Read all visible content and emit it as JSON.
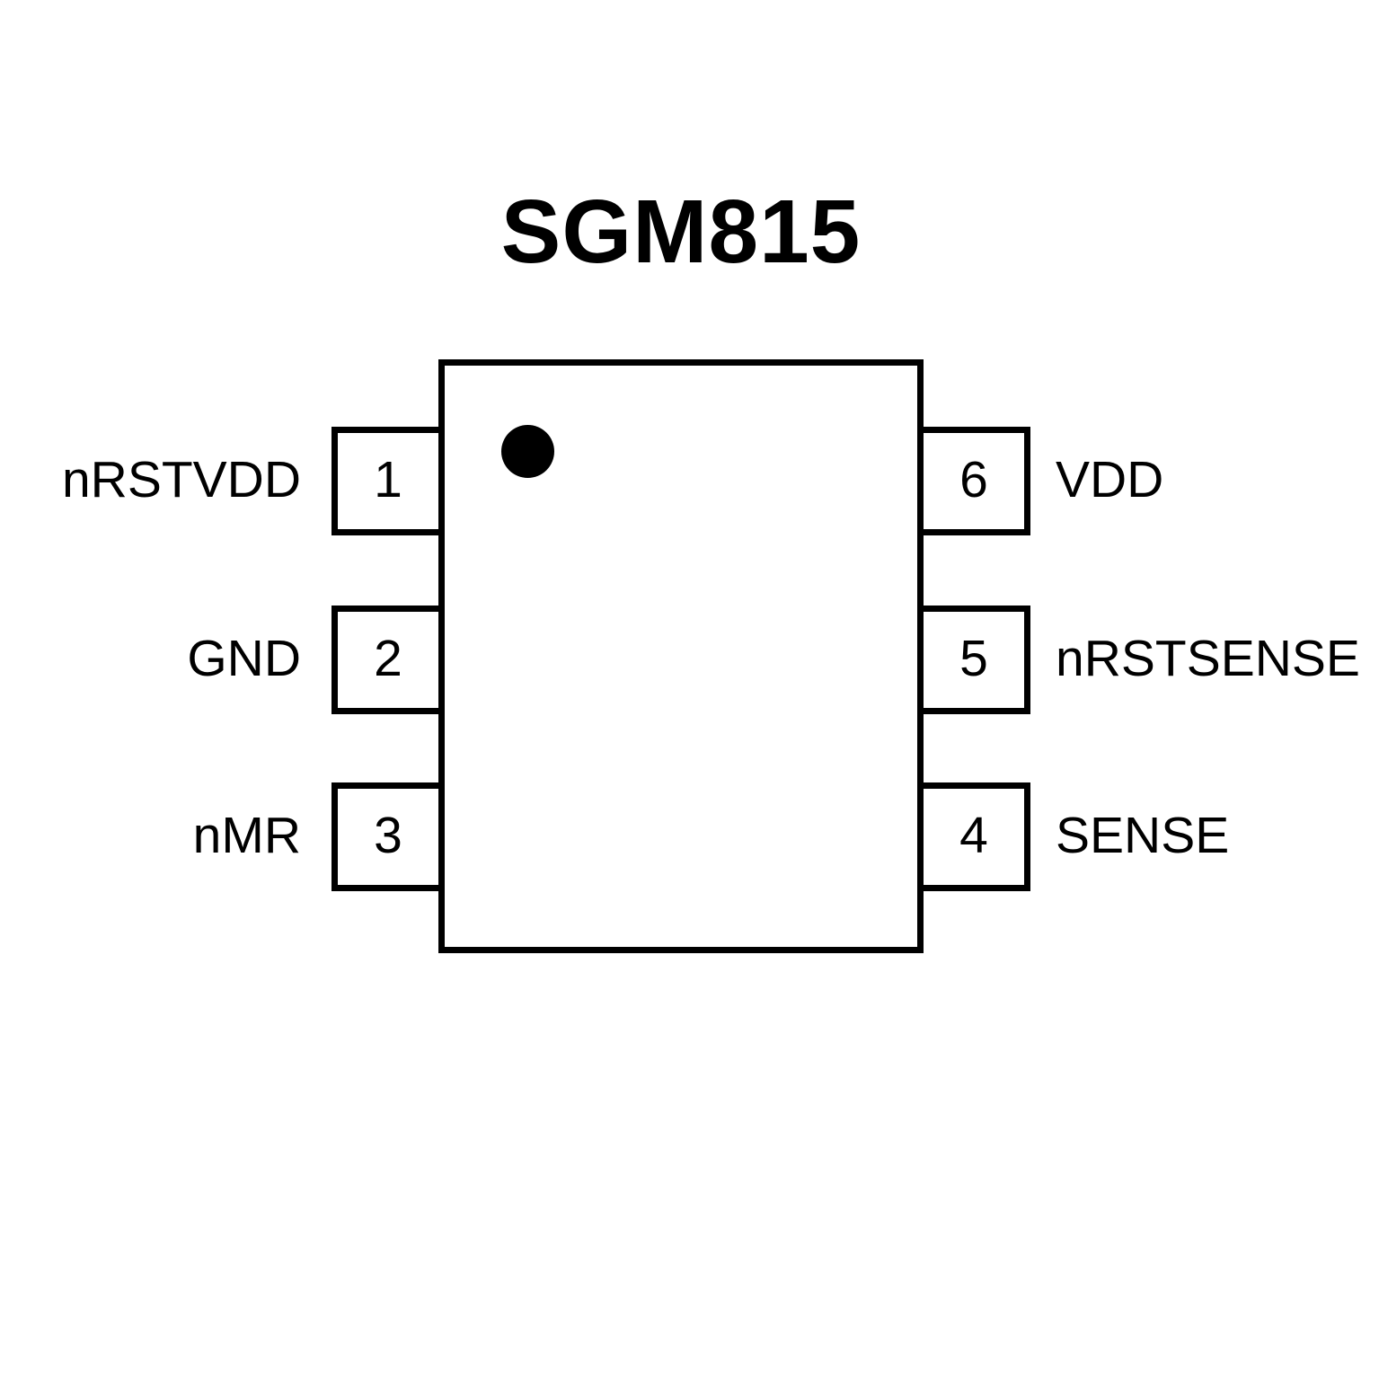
{
  "title": "SGM815",
  "colors": {
    "ink": "#000000",
    "background": "#ffffff"
  },
  "chip": {
    "part_number": "SGM815",
    "package_shape": "rectangle",
    "pin1_indicator": "filled-dot-top-left",
    "pins": [
      {
        "number": "1",
        "name": "nRSTVDD",
        "side": "left",
        "row": 1
      },
      {
        "number": "2",
        "name": "GND",
        "side": "left",
        "row": 2
      },
      {
        "number": "3",
        "name": "nMR",
        "side": "left",
        "row": 3
      },
      {
        "number": "6",
        "name": "VDD",
        "side": "right",
        "row": 1
      },
      {
        "number": "5",
        "name": "nRSTSENSE",
        "side": "right",
        "row": 2
      },
      {
        "number": "4",
        "name": "SENSE",
        "side": "right",
        "row": 3
      }
    ]
  }
}
